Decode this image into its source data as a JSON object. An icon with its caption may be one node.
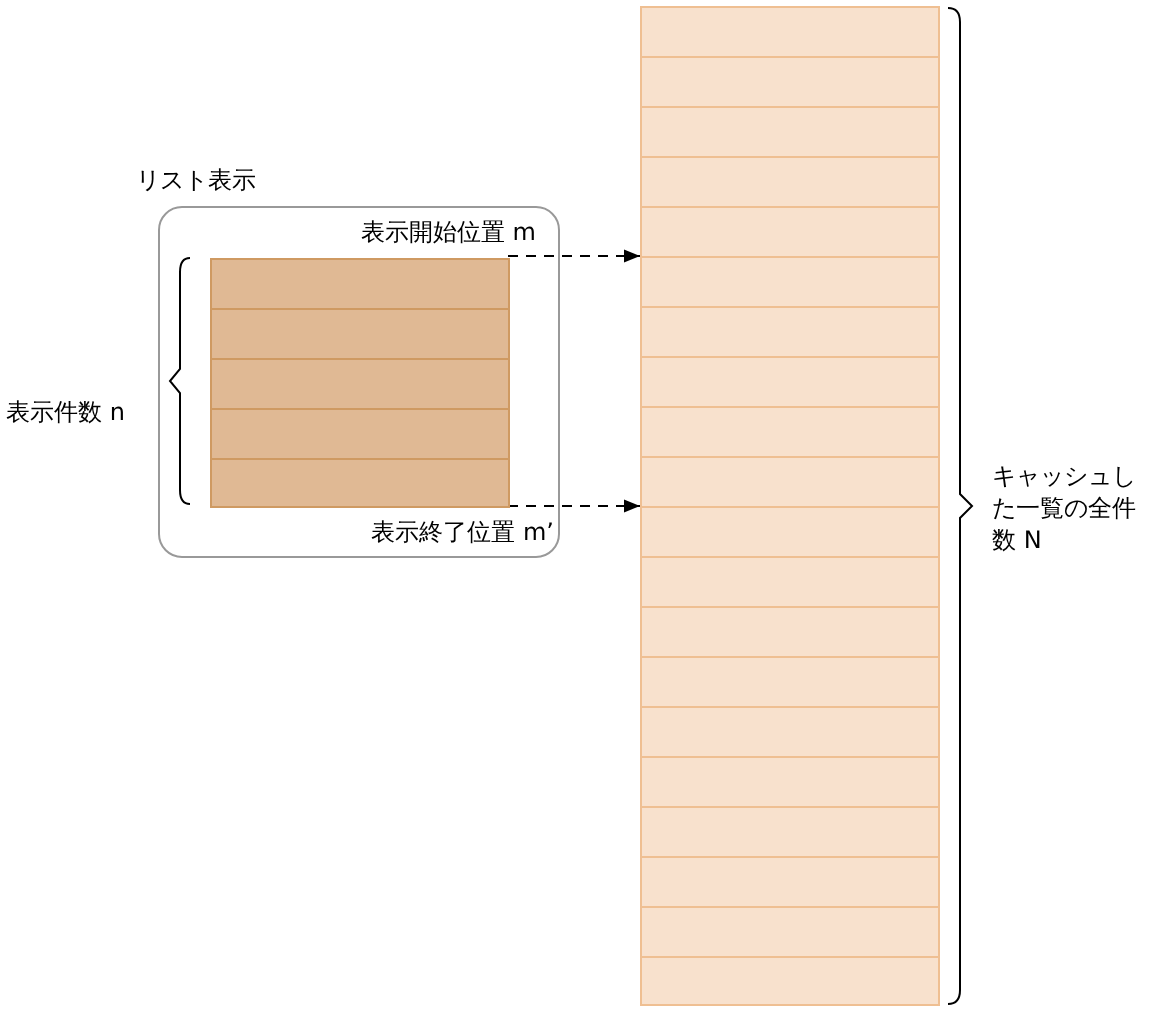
{
  "diagram": {
    "nodes": [
      {
        "text": [
          "リスト表示"
        ]
      },
      {
        "text": [],
        "shape": "box",
        "in": 0,
        "beside": [
          "表示件数 n"
        ]
      },
      {
        "text": [],
        "shape": "box",
        "beside": [
          "キャッシュした一覧の全件数 N"
        ]
      }
    ],
    "edges": [
      {
        "from": 1,
        "to": 2,
        "arrow": "to",
        "style": "dashed",
        "label": "表示開始位置 m"
      },
      {
        "from": 1,
        "to": 2,
        "arrow": "to",
        "style": "dashed",
        "label": "表示終了位置 m’"
      }
    ]
  }
}
